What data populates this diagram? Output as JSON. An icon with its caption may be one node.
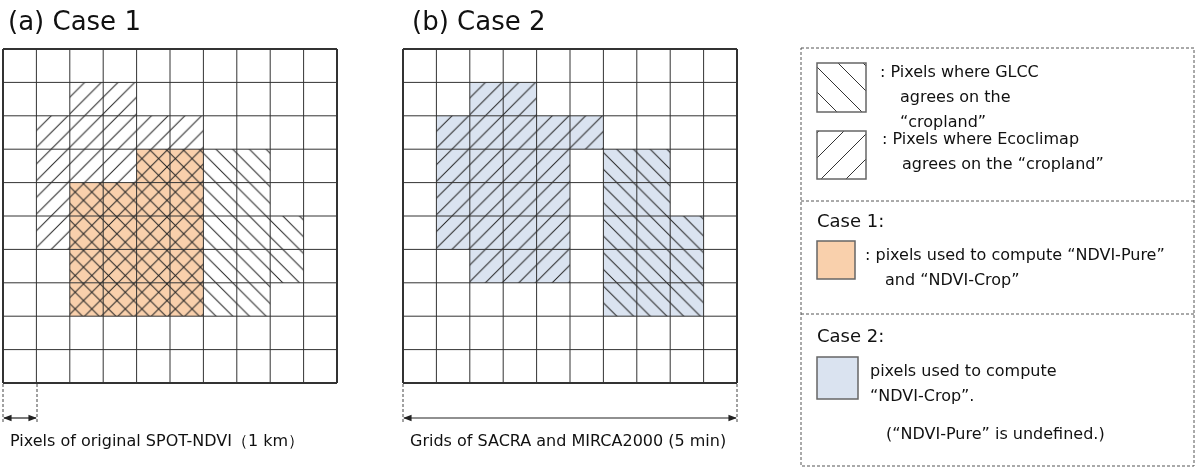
{
  "diagram": {
    "labels": [
      "(a) Case 1",
      "(b) Case 2",
      "Pixels of original SPOT-NDVI（1 km）",
      "Grids of SACRA and MIRCA2000 (5 min)",
      "Case 1:",
      "Case 2:",
      "(“NDVI-Pure” is undefined.)"
    ],
    "legend": [
      {
        "text": ": Pixels where GLCC agrees on the “cropland”"
      },
      {
        "text": ": Pixels where Ecoclimap agrees on the “cropland”"
      },
      {
        "text": ": pixels used to compute “NDVI-Pure” and “NDVI-Crop”",
        "color": "#f9d0ac"
      },
      {
        "text": "pixels used to compute “NDVI-Crop”.",
        "color": "#dae3f0"
      }
    ]
  }
}
